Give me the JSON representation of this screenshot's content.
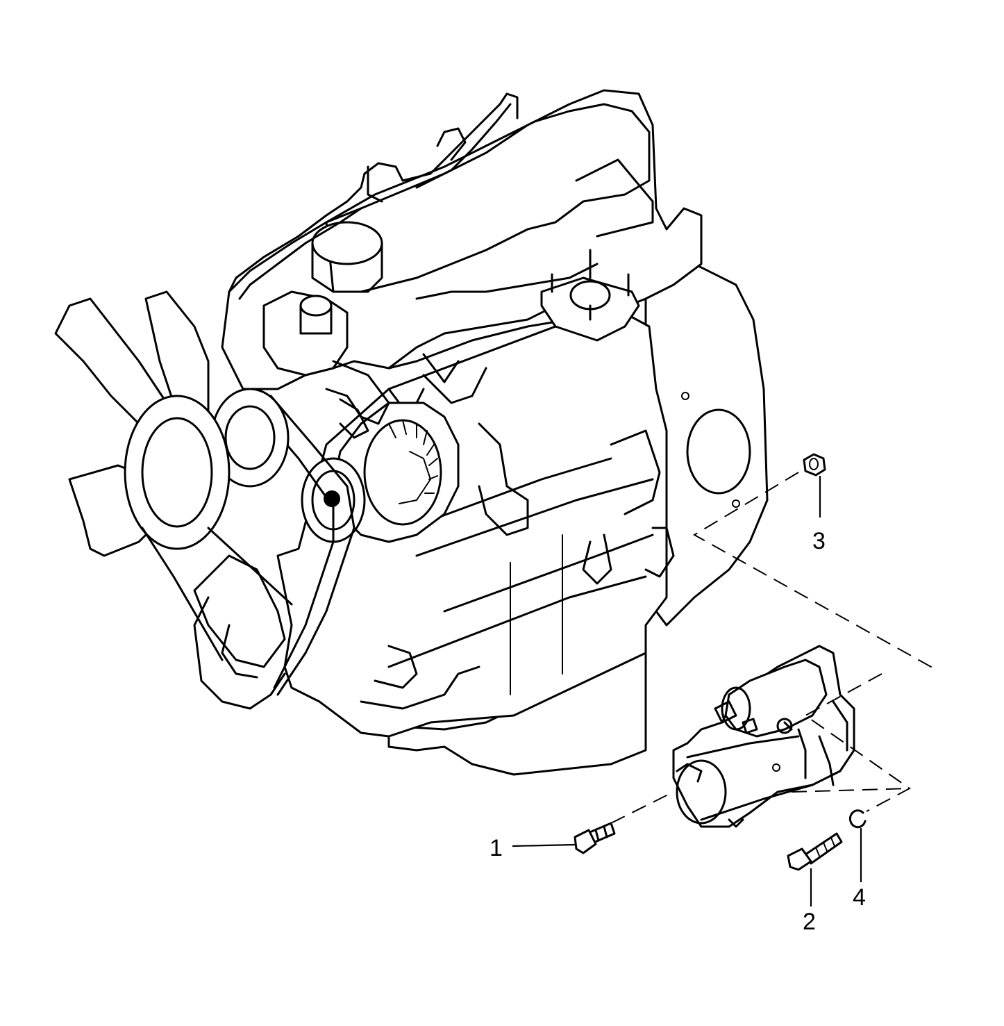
{
  "callouts": [
    {
      "id": "1",
      "label": "1"
    },
    {
      "id": "2",
      "label": "2"
    },
    {
      "id": "3",
      "label": "3"
    },
    {
      "id": "4",
      "label": "4"
    }
  ],
  "colors": {
    "line": "#000000",
    "background": "#ffffff"
  },
  "parts": [
    "engine-assembly",
    "starter-motor",
    "hex-bolt-short",
    "hex-bolt-long",
    "hex-nut",
    "snap-ring"
  ]
}
